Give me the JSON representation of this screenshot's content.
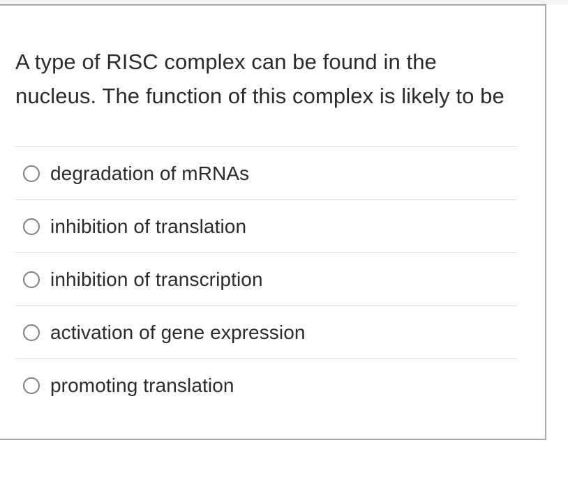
{
  "question": {
    "lines": [
      "A type of RISC complex can be found in the",
      "nucleus. The function of this complex is likely to be"
    ],
    "full_text": "A type of RISC complex can be found in the nucleus. The function of this complex is likely to be"
  },
  "options": [
    {
      "label": "degradation of mRNAs",
      "selected": false
    },
    {
      "label": "inhibition of translation",
      "selected": false
    },
    {
      "label": "inhibition of transcription",
      "selected": false
    },
    {
      "label": "activation of gene expression",
      "selected": false
    },
    {
      "label": "promoting translation",
      "selected": false
    }
  ],
  "colors": {
    "card_border": "#a9a9a9",
    "top_strip": "#f4f4f4",
    "separator": "#d9d9d9",
    "radio_border": "#7f7f7f",
    "text": "#2b2b2b"
  }
}
